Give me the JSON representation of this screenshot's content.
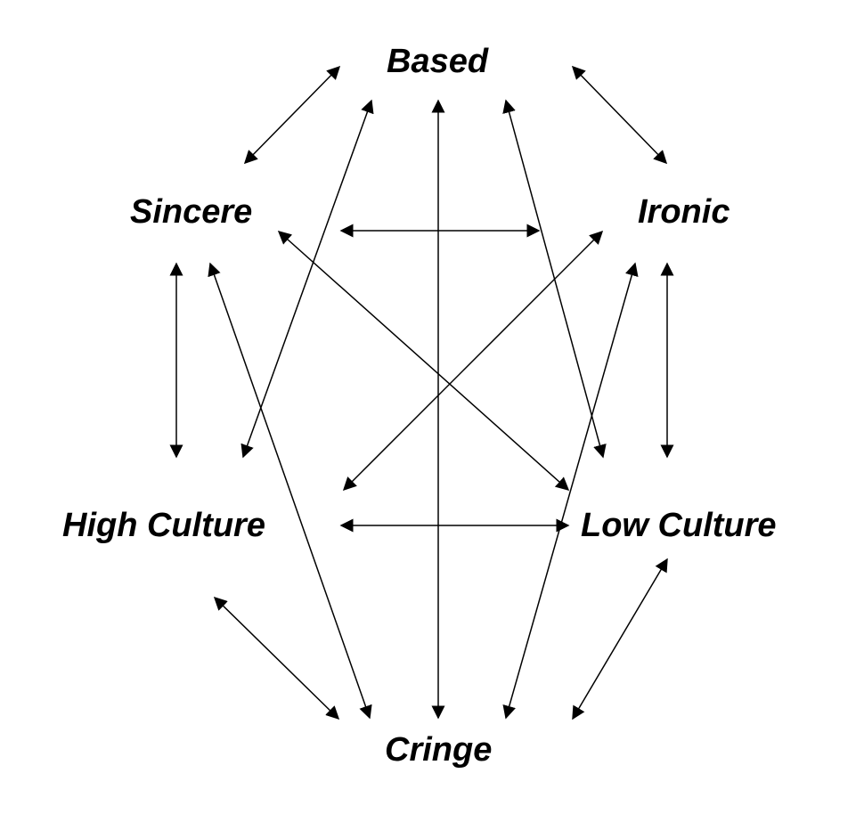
{
  "nodes": {
    "based": "Based",
    "sincere": "Sincere",
    "ironic": "Ironic",
    "high_culture": "High Culture",
    "low_culture": "Low Culture",
    "cringe": "Cringe"
  },
  "colors": {
    "line": "#000000",
    "label": "#000000",
    "background": "#ffffff"
  },
  "edges": [
    {
      "from": "based",
      "to": "sincere"
    },
    {
      "from": "based",
      "to": "ironic"
    },
    {
      "from": "based",
      "to": "high_culture"
    },
    {
      "from": "based",
      "to": "low_culture"
    },
    {
      "from": "based",
      "to": "cringe"
    },
    {
      "from": "sincere",
      "to": "ironic"
    },
    {
      "from": "sincere",
      "to": "high_culture"
    },
    {
      "from": "sincere",
      "to": "low_culture"
    },
    {
      "from": "sincere",
      "to": "cringe"
    },
    {
      "from": "ironic",
      "to": "high_culture"
    },
    {
      "from": "ironic",
      "to": "low_culture"
    },
    {
      "from": "ironic",
      "to": "cringe"
    },
    {
      "from": "high_culture",
      "to": "low_culture"
    },
    {
      "from": "high_culture",
      "to": "cringe"
    },
    {
      "from": "low_culture",
      "to": "cringe"
    }
  ]
}
